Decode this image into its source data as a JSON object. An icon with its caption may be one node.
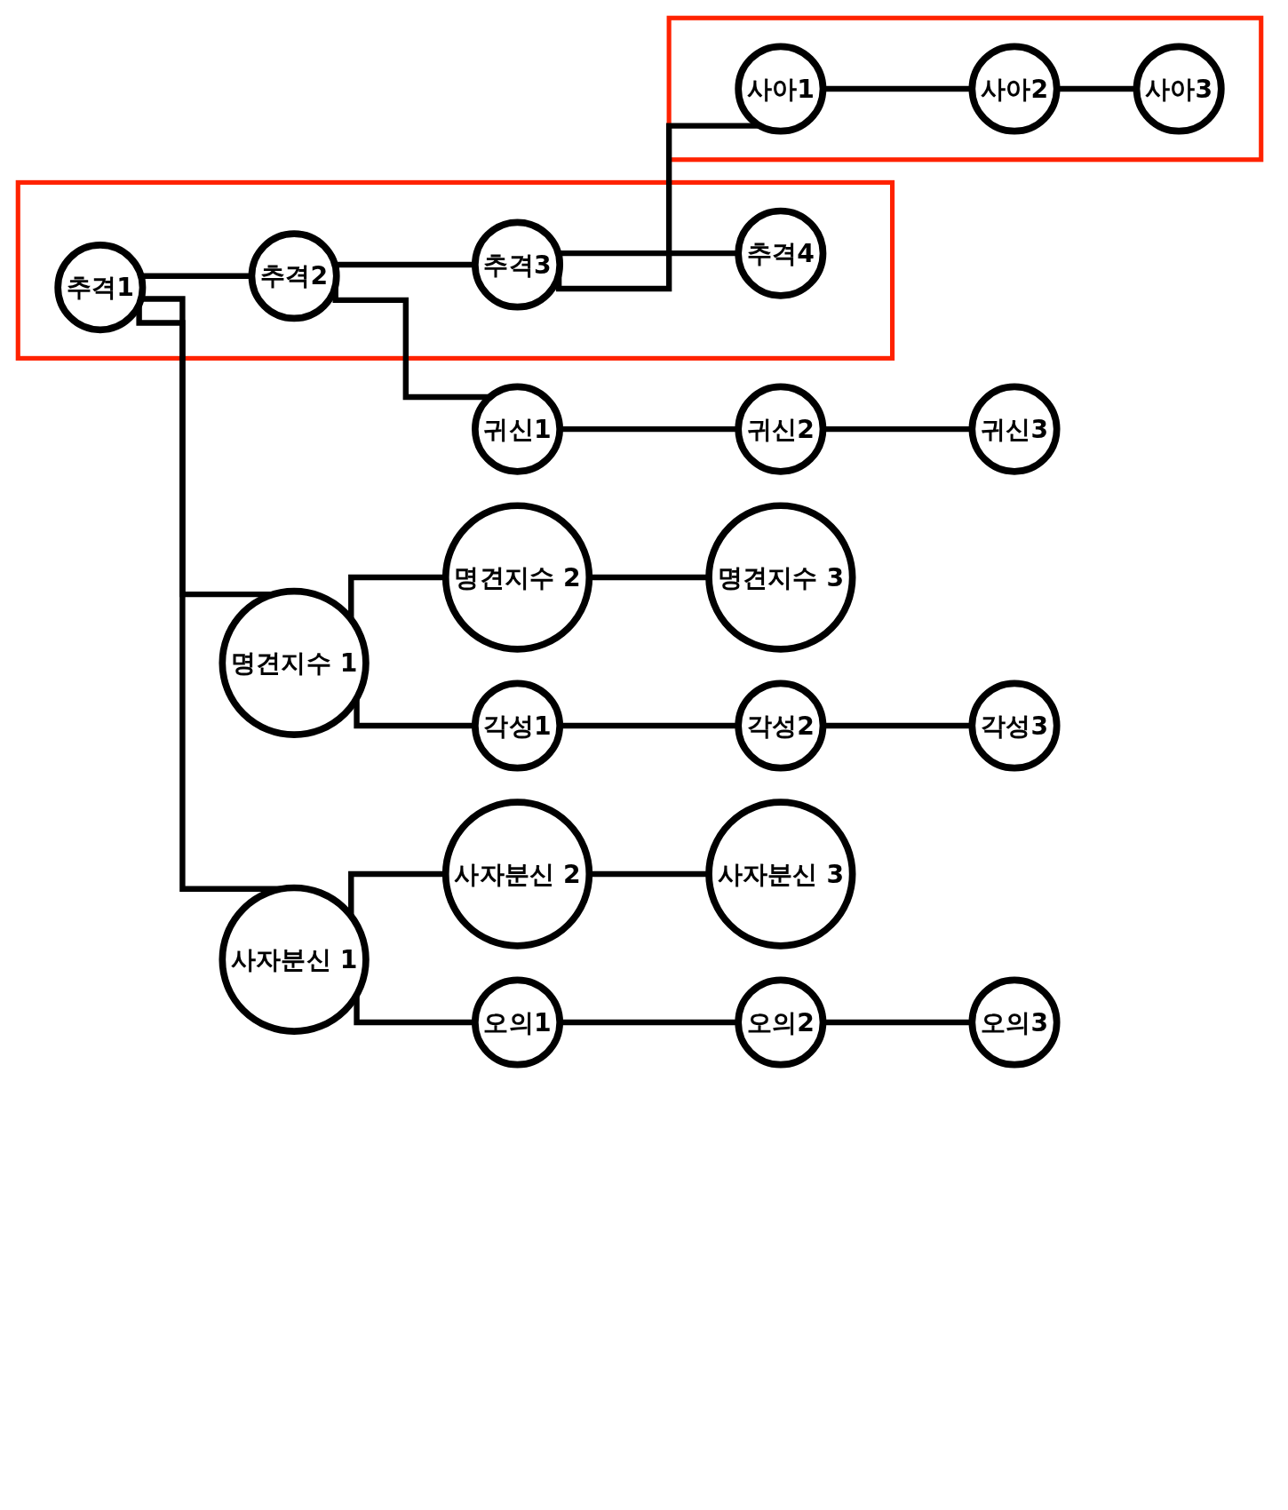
{
  "diagram": {
    "nodes": [
      {
        "text": [],
        "shape": "box"
      },
      {
        "text": [
          "추격1"
        ],
        "in": 0
      },
      {
        "text": [
          "추격2"
        ],
        "in": 0
      },
      {
        "text": [
          "추격3"
        ],
        "in": 0
      },
      {
        "text": [
          "추격4"
        ],
        "in": 0
      },
      {
        "text": [],
        "shape": "box"
      },
      {
        "text": [
          "사아1"
        ],
        "in": 5
      },
      {
        "text": [
          "사아2"
        ],
        "in": 5
      },
      {
        "text": [
          "사아3"
        ],
        "in": 5
      },
      {
        "text": [
          "귀신1"
        ]
      },
      {
        "text": [
          "귀신2"
        ]
      },
      {
        "text": [
          "귀신3"
        ]
      },
      {
        "text": [
          "명견지수 1"
        ]
      },
      {
        "text": [
          "명견지수 2"
        ]
      },
      {
        "text": [
          "명견지수 3"
        ]
      },
      {
        "text": [
          "각성1"
        ]
      },
      {
        "text": [
          "각성2"
        ]
      },
      {
        "text": [
          "각성3"
        ]
      },
      {
        "text": [
          "사자분신 1"
        ]
      },
      {
        "text": [
          "사자분신 2"
        ]
      },
      {
        "text": [
          "사자분신 3"
        ]
      },
      {
        "text": [
          "오의1"
        ]
      },
      {
        "text": [
          "오의2"
        ]
      },
      {
        "text": [
          "오의3"
        ]
      }
    ],
    "edges": [
      {
        "from": 1,
        "to": 2,
        "arrow": "none"
      },
      {
        "from": 2,
        "to": 3,
        "arrow": "none"
      },
      {
        "from": 3,
        "to": 4,
        "arrow": "none"
      },
      {
        "from": 3,
        "to": 6,
        "arrow": "none"
      },
      {
        "from": 6,
        "to": 7,
        "arrow": "none"
      },
      {
        "from": 7,
        "to": 8,
        "arrow": "none"
      },
      {
        "from": 2,
        "to": 9,
        "arrow": "none"
      },
      {
        "from": 9,
        "to": 10,
        "arrow": "none"
      },
      {
        "from": 10,
        "to": 11,
        "arrow": "none"
      },
      {
        "from": 1,
        "to": 12,
        "arrow": "none"
      },
      {
        "from": 12,
        "to": 13,
        "arrow": "none"
      },
      {
        "from": 13,
        "to": 14,
        "arrow": "none"
      },
      {
        "from": 12,
        "to": 15,
        "arrow": "none"
      },
      {
        "from": 15,
        "to": 16,
        "arrow": "none"
      },
      {
        "from": 16,
        "to": 17,
        "arrow": "none"
      },
      {
        "from": 1,
        "to": 18,
        "arrow": "none"
      },
      {
        "from": 18,
        "to": 19,
        "arrow": "none"
      },
      {
        "from": 19,
        "to": 20,
        "arrow": "none"
      },
      {
        "from": 18,
        "to": 21,
        "arrow": "none"
      },
      {
        "from": 21,
        "to": 22,
        "arrow": "none"
      },
      {
        "from": 22,
        "to": 23,
        "arrow": "none"
      }
    ]
  }
}
